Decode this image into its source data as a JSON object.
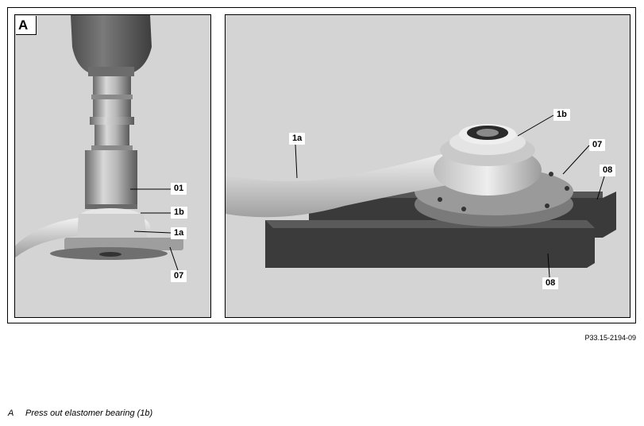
{
  "panel_letter": "A",
  "labels": {
    "left_01": "01",
    "left_1b": "1b",
    "left_1a": "1a",
    "left_07": "07",
    "right_1a": "1a",
    "right_1b": "1b",
    "right_07": "07",
    "right_08_upper": "08",
    "right_08_lower": "08"
  },
  "figure_id": "P33.15-2194-09",
  "caption": {
    "key": "A",
    "text": "Press out elastomer bearing (1b)"
  }
}
